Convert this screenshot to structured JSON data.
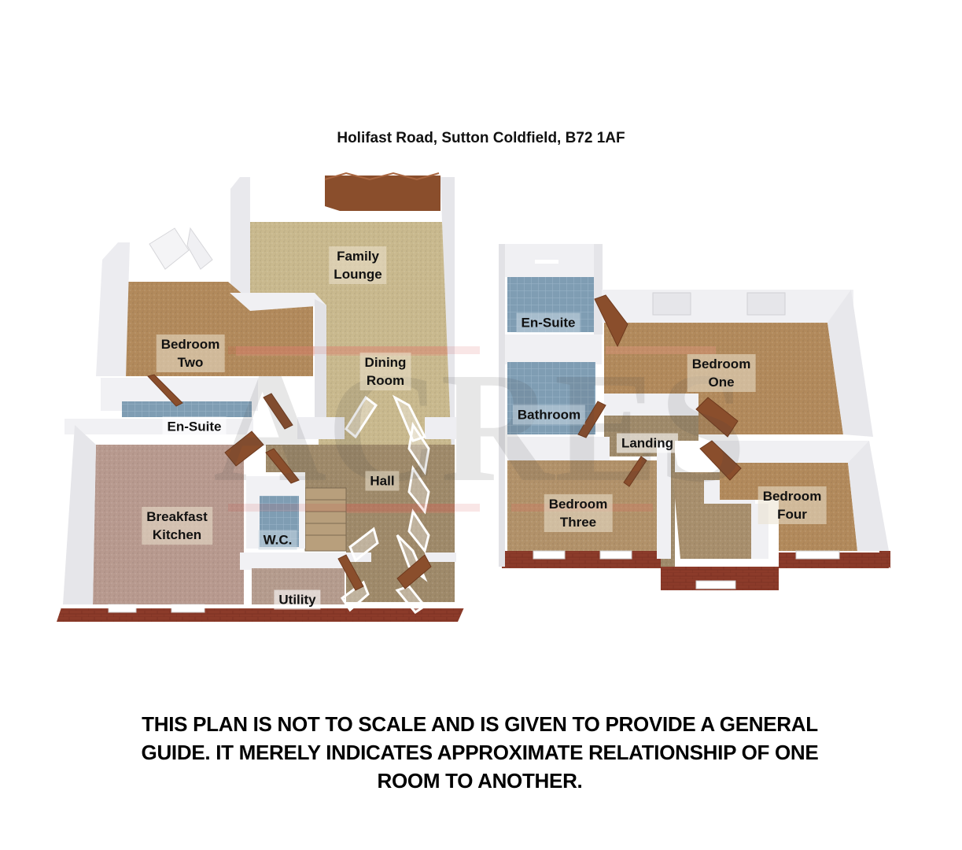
{
  "title": "Holifast Road, Sutton Coldfield, B72 1AF",
  "watermark": "ACRES",
  "colors": {
    "wall_top": "#f4f4f6",
    "wall_side": "#dcdde2",
    "brick": "#8c3b2a",
    "carpet_beige": "#c9b98e",
    "carpet_brown": "#b28a5c",
    "carpet_pink": "#b89a8f",
    "carpet_hall": "#9f8a6a",
    "tile_blue": "#7f9db3",
    "door_wood": "#8a4e2c"
  },
  "ground_floor": {
    "rooms": [
      {
        "id": "family-lounge",
        "line1": "Family",
        "line2": "Lounge"
      },
      {
        "id": "dining-room",
        "line1": "Dining",
        "line2": "Room"
      },
      {
        "id": "bedroom-two",
        "line1": "Bedroom",
        "line2": "Two"
      },
      {
        "id": "en-suite-ground",
        "line1": "En-Suite",
        "line2": ""
      },
      {
        "id": "breakfast-kitchen",
        "line1": "Breakfast",
        "line2": "Kitchen"
      },
      {
        "id": "hall",
        "line1": "Hall",
        "line2": ""
      },
      {
        "id": "wc",
        "line1": "W.C.",
        "line2": ""
      },
      {
        "id": "utility",
        "line1": "Utility",
        "line2": ""
      }
    ]
  },
  "first_floor": {
    "rooms": [
      {
        "id": "en-suite-first",
        "line1": "En-Suite",
        "line2": ""
      },
      {
        "id": "bedroom-one",
        "line1": "Bedroom",
        "line2": "One"
      },
      {
        "id": "bathroom",
        "line1": "Bathroom",
        "line2": ""
      },
      {
        "id": "landing",
        "line1": "Landing",
        "line2": ""
      },
      {
        "id": "bedroom-three",
        "line1": "Bedroom",
        "line2": "Three"
      },
      {
        "id": "bedroom-four",
        "line1": "Bedroom",
        "line2": "Four"
      }
    ]
  },
  "disclaimer": {
    "line1": "THIS PLAN IS NOT TO SCALE AND IS GIVEN TO PROVIDE A GENERAL",
    "line2": "GUIDE. IT MERELY INDICATES APPROXIMATE RELATIONSHIP OF ONE",
    "line3": "ROOM TO ANOTHER."
  }
}
